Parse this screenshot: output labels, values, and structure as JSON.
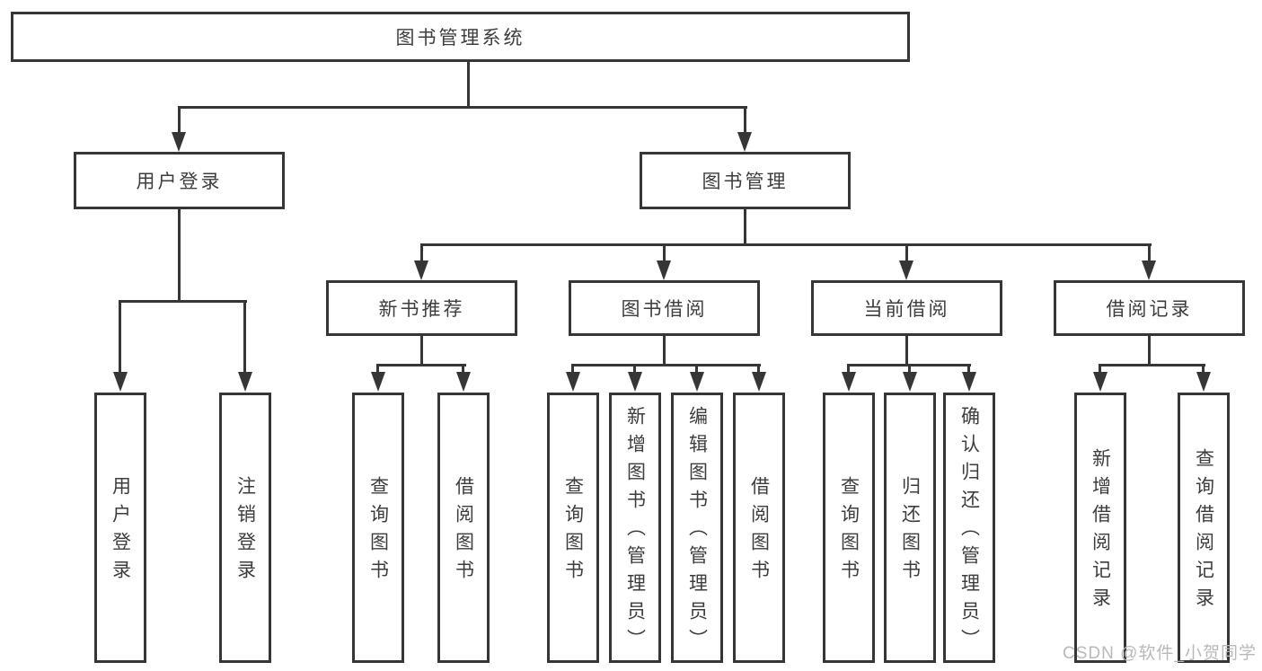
{
  "nodes": {
    "root": "图书管理系统",
    "user_login": "用户登录",
    "book_management": "图书管理",
    "new_book_recommend": "新书推荐",
    "book_borrow": "图书借阅",
    "current_borrow": "当前借阅",
    "borrow_records": "借阅记录",
    "leaf_user_login": "用户登录",
    "leaf_logout": "注销登录",
    "leaf_nb_query": "查询图书",
    "leaf_nb_borrow": "借阅图书",
    "leaf_bw_query": "查询图书",
    "leaf_bw_add": "新增图书（管理员）",
    "leaf_bw_edit": "编辑图书（管理员）",
    "leaf_bw_borrow": "借阅图书",
    "leaf_cur_query": "查询图书",
    "leaf_cur_return": "归还图书",
    "leaf_cur_confirm": "确认归还（管理员）",
    "leaf_rec_add": "新增借阅记录",
    "leaf_rec_query": "查询借阅记录"
  },
  "watermark": "CSDN @软件_小贺同学",
  "colors": {
    "line": "#363636",
    "text": "#3d3d3d",
    "watermark": "#b9b9b9",
    "background": "#ffffff"
  }
}
